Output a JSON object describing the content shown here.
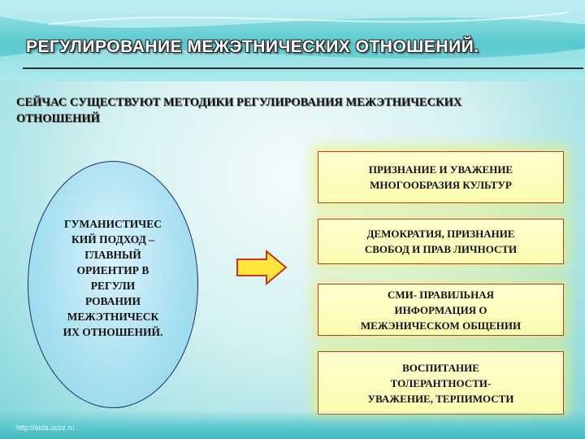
{
  "slide": {
    "title": "РЕГУЛИРОВАНИЕ МЕЖЭТНИЧЕСКИХ  ОТНОШЕНИЙ.",
    "subtitle": "СЕЙЧАС СУЩЕСТВУЮТ МЕТОДИКИ  РЕГУЛИРОВАНИЯ МЕЖЭТНИЧЕСКИХ  ОТНОШЕНИЙ",
    "oval_text": "ГУМАНИСТИЧЕС\nКИЙ ПОДХОД –\nГЛАВНЫЙ\nОРИЕНТИР В\nРЕГУЛИ\nРОВАНИИ\nМЕЖЭТНИЧЕСК\nИХ ОТНОШЕНИЙ.",
    "boxes": [
      "ПРИЗНАНИЕ И УВАЖЕНИЕ\nМНОГООБРАЗИЯ КУЛЬТУР",
      "ДЕМОКРАТИЯ, ПРИЗНАНИЕ\nСВОБОД И ПРАВ ЛИЧНОСТИ",
      "СМИ- ПРАВИЛЬНАЯ\nИНФОРМАЦИЯ О\nМЕЖЭНИЧЕСКОМ  ОБЩЕНИИ",
      "ВОСПИТАНИЕ\nТОЛЕРАНТНОСТИ-\nУВАЖЕНИЕ, ТЕРПИМОСТИ"
    ],
    "footer_url": "http://aida.ucoz.ru"
  },
  "colors": {
    "box_border": "#c0392b",
    "box_fill": "#ffffd0",
    "arrow_fill": "#ffe63a",
    "arrow_stroke": "#d03020",
    "oval_fill": "#a6dff1"
  }
}
